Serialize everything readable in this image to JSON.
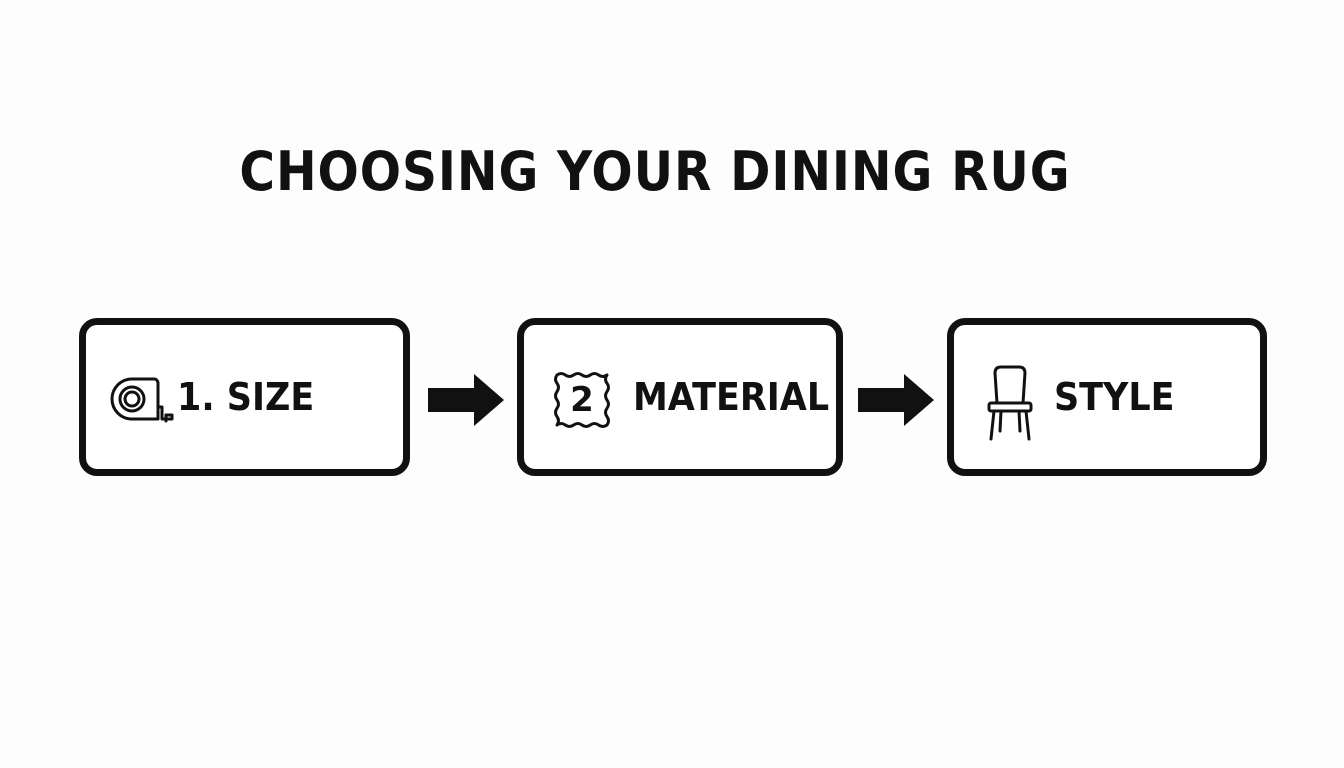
{
  "title": "CHOOSING YOUR DINING RUG",
  "steps": [
    {
      "icon": "tape-measure-icon",
      "label": "1. SIZE"
    },
    {
      "icon": "fabric-swatch-icon",
      "icon_text": "2",
      "label": "MATERIAL"
    },
    {
      "icon": "chair-icon",
      "label": "STYLE"
    }
  ],
  "connectors": [
    {
      "icon": "arrow-right-icon"
    },
    {
      "icon": "arrow-right-icon"
    }
  ],
  "colors": {
    "background": "#fdfdfd",
    "ink": "#111111",
    "box_fill": "#ffffff"
  }
}
